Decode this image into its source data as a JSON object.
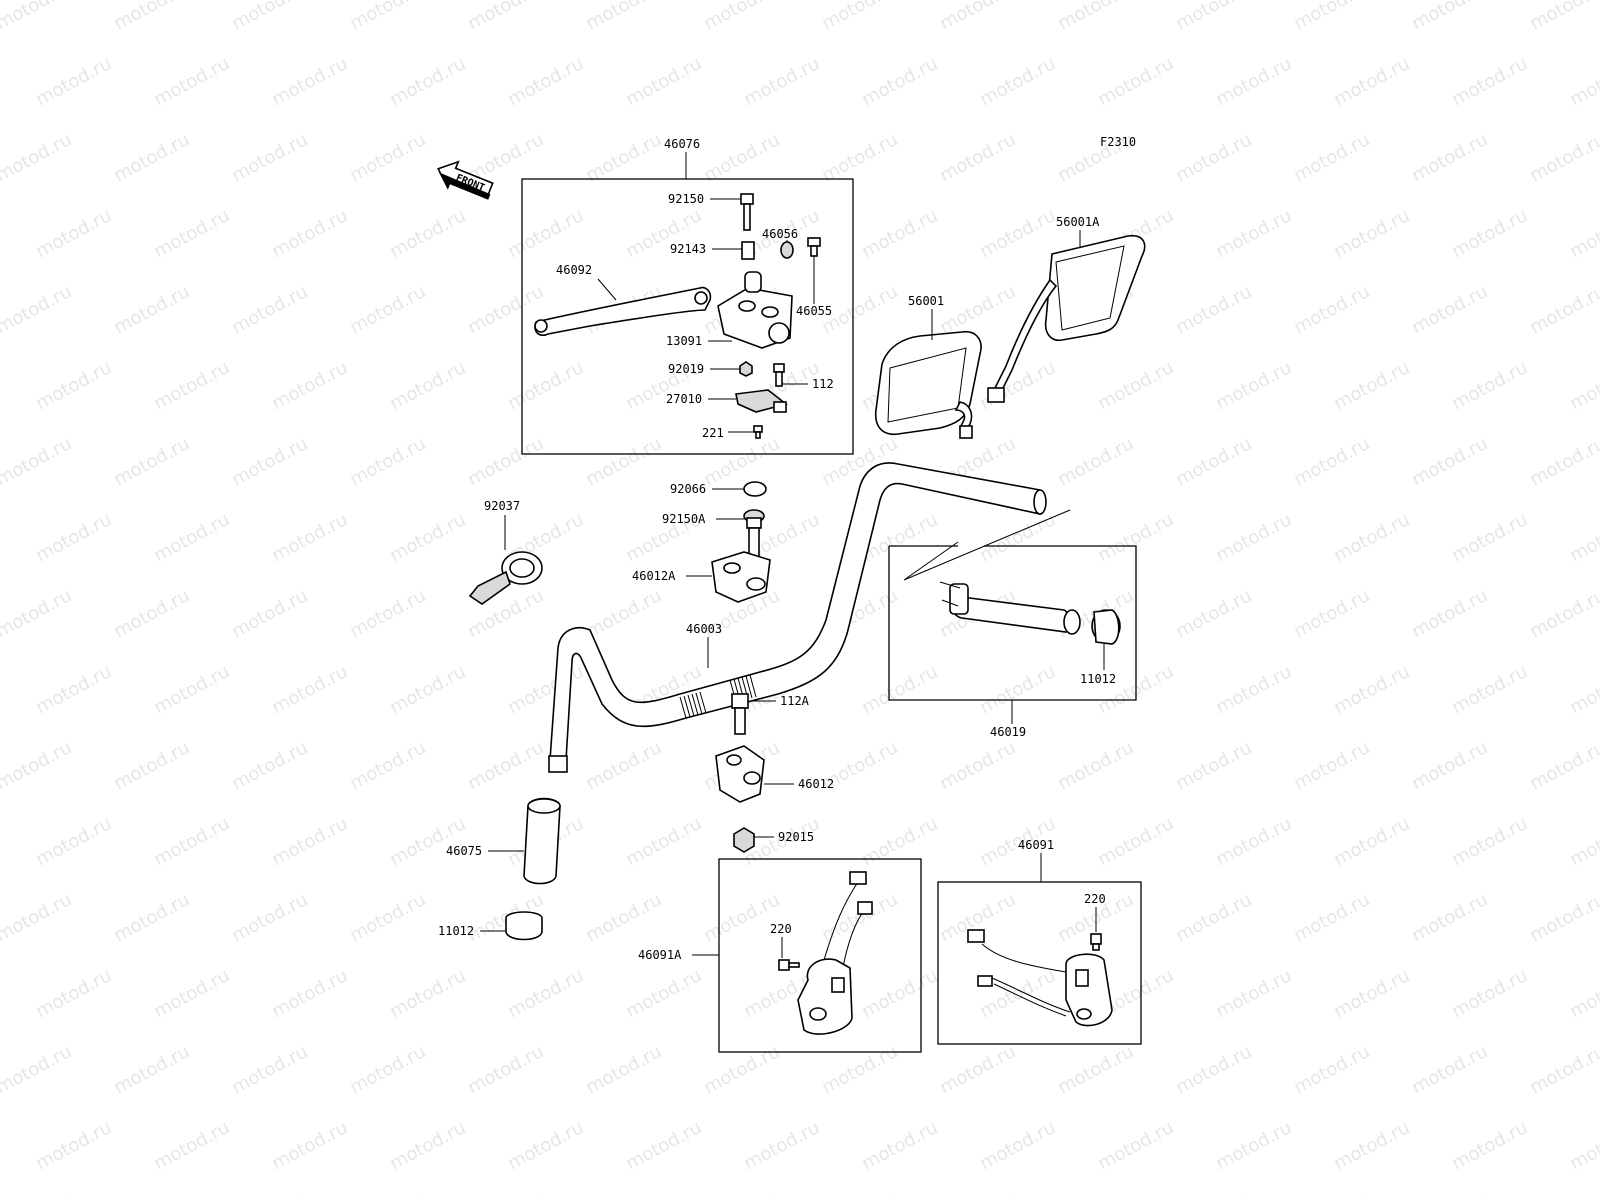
{
  "watermark": "motod.ru",
  "figure_code": "F2310",
  "front_label": "FRONT",
  "labels": {
    "p46076": "46076",
    "p92150": "92150",
    "p92143": "92143",
    "p46056": "46056",
    "p46092": "46092",
    "p46055": "46055",
    "p13091": "13091",
    "p92019": "92019",
    "p112": "112",
    "p27010": "27010",
    "p221": "221",
    "p56001A": "56001A",
    "p56001": "56001",
    "p92066": "92066",
    "p92150A": "92150A",
    "p92037": "92037",
    "p46012A": "46012A",
    "p46003": "46003",
    "p11012_right": "11012",
    "p46019": "46019",
    "p112A": "112A",
    "p46012": "46012",
    "p92015": "92015",
    "p46075": "46075",
    "p11012_left": "11012",
    "p46091": "46091",
    "p220_left": "220",
    "p220_right": "220",
    "p46091A": "46091A"
  }
}
